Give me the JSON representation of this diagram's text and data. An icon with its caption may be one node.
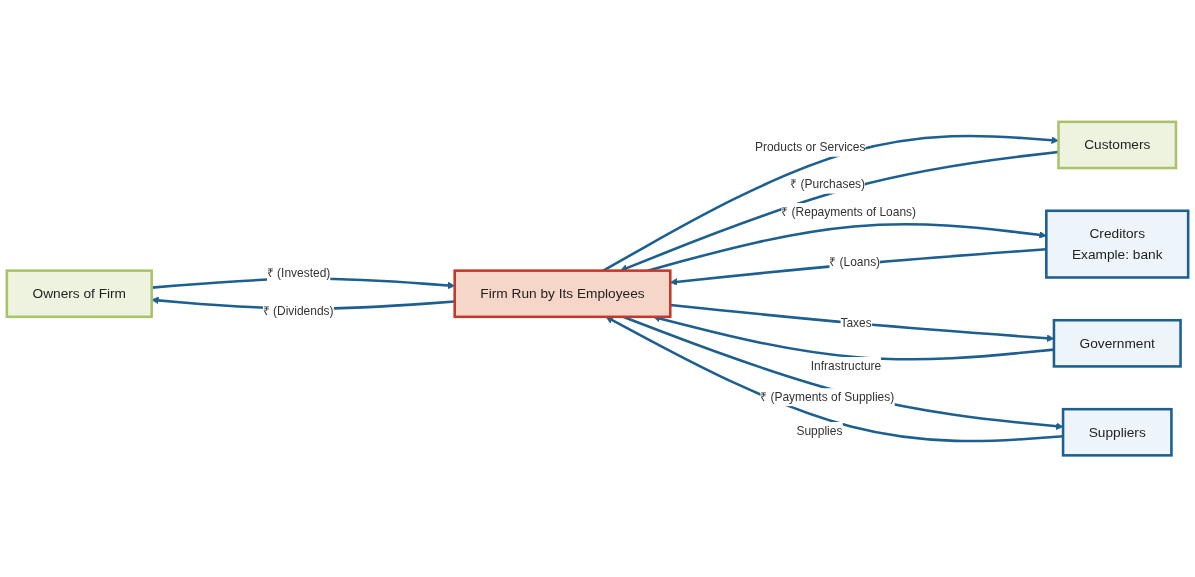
{
  "diagram": {
    "nodes": [
      {
        "text": [
          "Owners of Firm"
        ]
      },
      {
        "text": [
          "Firm Run by Its Employees"
        ]
      },
      {
        "text": [
          "Customers"
        ]
      },
      {
        "text": [
          "Creditors",
          "Example: bank"
        ]
      },
      {
        "text": [
          "Government"
        ]
      },
      {
        "text": [
          "Suppliers"
        ]
      }
    ],
    "edges": [
      {
        "from": 0,
        "to": 1,
        "arrow": "to",
        "label": "₹ (Invested)"
      },
      {
        "from": 1,
        "to": 0,
        "arrow": "to",
        "label": "₹ (Dividends)"
      },
      {
        "from": 1,
        "to": 2,
        "arrow": "to",
        "label": "Products or Services"
      },
      {
        "from": 2,
        "to": 1,
        "arrow": "to",
        "label": "₹ (Purchases)"
      },
      {
        "from": 3,
        "to": 1,
        "arrow": "to",
        "label": "₹ (Loans)"
      },
      {
        "from": 1,
        "to": 3,
        "arrow": "to",
        "label": "₹ (Repayments of Loans)"
      },
      {
        "from": 4,
        "to": 1,
        "arrow": "to",
        "label": "Infrastructure"
      },
      {
        "from": 1,
        "to": 4,
        "arrow": "to",
        "label": "Taxes"
      },
      {
        "from": 1,
        "to": 5,
        "arrow": "to",
        "label": "₹ (Payments of Supplies)"
      },
      {
        "from": 5,
        "to": 1,
        "arrow": "to",
        "label": "Supplies"
      }
    ]
  }
}
